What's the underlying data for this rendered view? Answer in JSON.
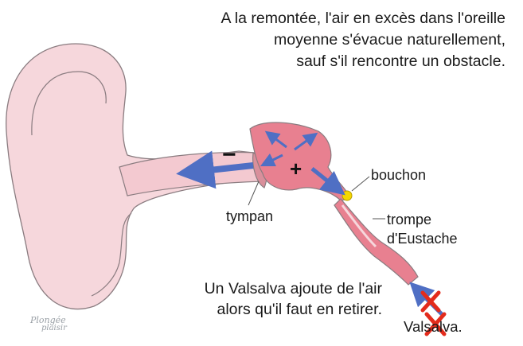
{
  "caption_top": {
    "line1": "A la remontée, l'air en excès dans l'oreille",
    "line2": "moyenne s'évacue naturellement,",
    "line3": "sauf s'il rencontre un obstacle."
  },
  "caption_bottom": {
    "line1": "Un Valsalva ajoute de l'air",
    "line2": "alors qu'il faut en retirer."
  },
  "labels": {
    "bouchon": "bouchon",
    "tympan": "tympan",
    "trompe_line1": "trompe",
    "trompe_line2": "d'Eustache",
    "valsalva": "Valsalva."
  },
  "pressure_signs": {
    "outer_ear": "−",
    "middle_ear": "+"
  },
  "logo": {
    "line1": "Plongée",
    "line2": "plaisir"
  },
  "colors": {
    "ear_fill": "#f6d7dc",
    "ear_stroke": "#8a7c80",
    "middle_ear_fill": "#e88090",
    "arrow_blue": "#4f6fc4",
    "cross_red": "#e32b1c",
    "plug_yellow": "#f5d800"
  }
}
